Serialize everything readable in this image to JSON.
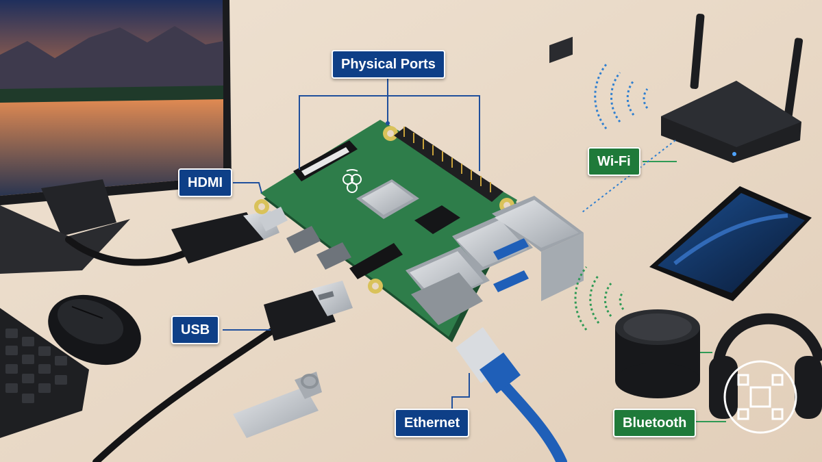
{
  "labels": {
    "physical_ports": "Physical Ports",
    "hdmi": "HDMI",
    "usb": "USB",
    "ethernet": "Ethernet",
    "wifi": "Wi-Fi",
    "bluetooth": "Bluetooth"
  },
  "colors": {
    "wired_label": "#0e3f87",
    "wireless_label": "#1f7a3a",
    "board": "#2e7d4a",
    "desk": "#e9d9c6",
    "cable_blue": "#1f5fb8"
  },
  "icons": {
    "board_logo": "raspberry-icon",
    "watermark": "drone-logo-icon"
  }
}
